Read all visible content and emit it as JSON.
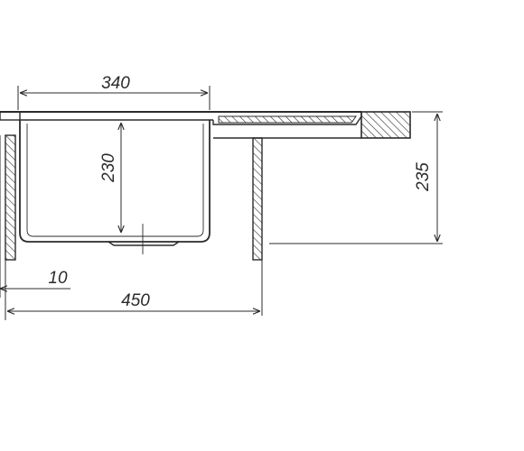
{
  "dimensions": {
    "bowl_width": "340",
    "bowl_depth": "230",
    "total_height": "235",
    "wall_thickness": "10",
    "cabinet_width": "450"
  },
  "colors": {
    "line": "#2b2b2b",
    "background": "#ffffff"
  }
}
